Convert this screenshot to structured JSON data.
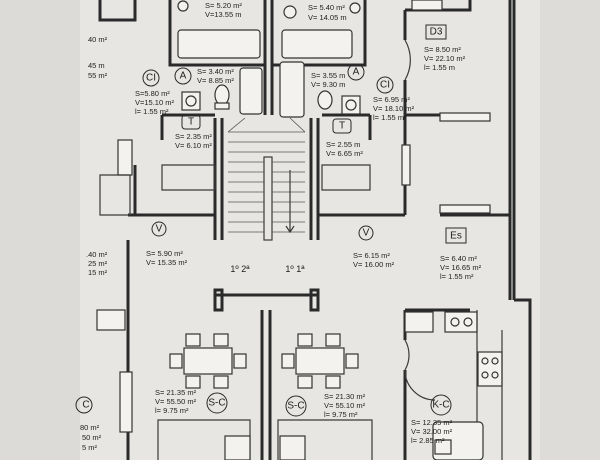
{
  "top_left_bath": {
    "area": "S= 5.20 m²",
    "volume": "V=13.55 m"
  },
  "top_right_bath": {
    "area": "S= 5.40 m²",
    "volume": "V= 14.05 m"
  },
  "room_d3": {
    "code": "D3",
    "area": "S= 8.50 m²",
    "volume": "V= 22.10 m²",
    "length": "l= 1.55 m"
  },
  "left_edge_top": [
    "40 m²",
    "45 m",
    "55 m²"
  ],
  "ci_left": {
    "code": "CI",
    "area": "S=5.80 m²",
    "volume": "V=15.10 m²",
    "length": "l= 1.55 m²"
  },
  "a_left": {
    "code": "A",
    "area": "S= 3.40 m²",
    "volume": "V= 8.85 m²"
  },
  "a_right": {
    "code": "A",
    "area": "S= 3.55 m",
    "volume": "V= 9.30 m"
  },
  "ci_right": {
    "code": "CI",
    "area": "S= 6.95 m²",
    "volume": "V= 18.10 m²",
    "length": "l= 1.55 m²"
  },
  "t_left": {
    "code": "T",
    "area": "S= 2.35 m²",
    "volume": "V= 6.10 m²"
  },
  "t_right": {
    "code": "T",
    "area": "S= 2.55 m",
    "volume": "V= 6.65 m²"
  },
  "v_left": {
    "code": "V",
    "area": "S= 5.90 m²",
    "volume": "V= 15.35 m²"
  },
  "v_right": {
    "code": "V",
    "area": "S= 6.15 m²",
    "volume": "V= 16.00 m²"
  },
  "es": {
    "code": "Es",
    "area": "S= 6.40 m²",
    "volume": "V= 16.65 m²",
    "length": "l= 1.55 m²"
  },
  "left_edge_mid": [
    ".40 m²",
    "25 m²",
    "15 m²"
  ],
  "landing": {
    "left": "1º 2ª",
    "right": "1º 1ª"
  },
  "sc_left": {
    "code": "S-C",
    "area": "S= 21.35 m²",
    "volume": "V= 55.50 m²",
    "length": "l= 9.75 m²"
  },
  "sc_right": {
    "code": "S-C",
    "area": "S= 21.30 m²",
    "volume": "V= 55.10 m²",
    "length": "l= 9.75 m²"
  },
  "kc": {
    "code": "K-C",
    "area": "S= 12.35 m²",
    "volume": "V= 32.00 m²",
    "length": "l= 2.85 m²"
  },
  "left_edge_bottom": {
    "code": "C",
    "lines": [
      "80 m²",
      "50 m²",
      "5 m²"
    ]
  }
}
